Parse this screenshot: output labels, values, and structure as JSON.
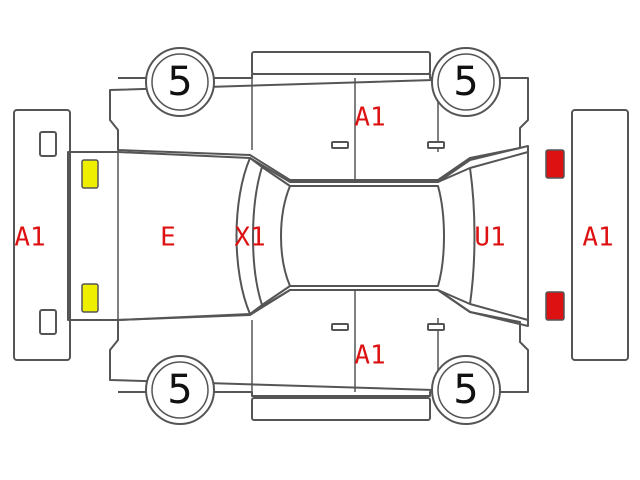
{
  "colors": {
    "outline": "#555555",
    "damage_text": "#dd1111",
    "front_lights": "#eeee00",
    "rear_lights": "#dd1111"
  },
  "wheels": {
    "front_left": "5",
    "rear_left": "5",
    "front_right": "5",
    "rear_right": "5"
  },
  "marks": {
    "front_bumper": "A1",
    "hood": "E",
    "windshield": "X1",
    "rear_window": "U1",
    "rear_bumper": "A1",
    "top_side": "A1",
    "bottom_side": "A1"
  }
}
